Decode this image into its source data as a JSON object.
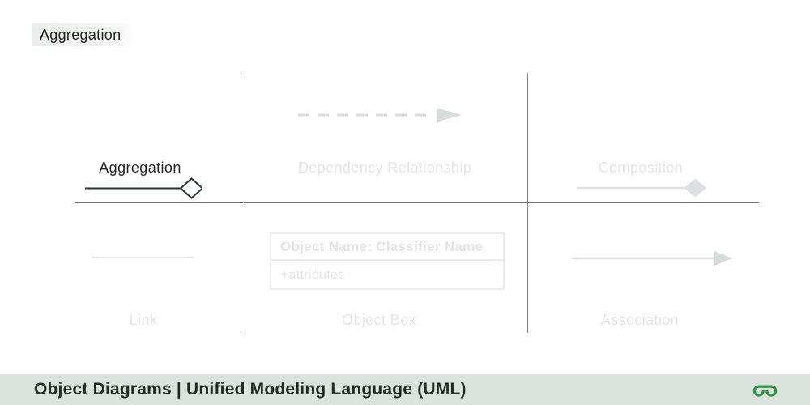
{
  "badge": {
    "label": "Aggregation"
  },
  "grid": {
    "rows": 2,
    "cols": 3,
    "cells": [
      {
        "key": "aggregation",
        "label": "Aggregation",
        "symbol": "line-with-hollow-diamond",
        "state": "active"
      },
      {
        "key": "dependency",
        "label": "Dependency Relationship",
        "symbol": "dashed-line-with-arrow",
        "state": "faded"
      },
      {
        "key": "composition",
        "label": "Composition",
        "symbol": "line-with-filled-diamond",
        "state": "faded"
      },
      {
        "key": "link",
        "label": "Link",
        "symbol": "plain-line",
        "state": "faded"
      },
      {
        "key": "object-box",
        "label": "Object Box",
        "symbol": "classifier-box",
        "state": "faded",
        "box": {
          "title": "Object Name: Classifier Name",
          "attributes": "+attributes"
        }
      },
      {
        "key": "association",
        "label": "Association",
        "symbol": "line-with-arrow",
        "state": "faded"
      }
    ]
  },
  "footer": {
    "title": "Object Diagrams | Unified Modeling Language (UML)",
    "logo": "geeksforgeeks-logo"
  },
  "colors": {
    "active_stroke": "#263238",
    "active_text": "#1f262b",
    "faded_stroke": "#d9dcdd",
    "faded_fill": "#dee1e2",
    "faded_text": "#e4e6e7",
    "grid_line": "#7d8487",
    "badge_bg": "#edf0ee",
    "footer_bg": "#dce3dd",
    "footer_text": "#1c2a22",
    "logo_green": "#2F8D46"
  }
}
